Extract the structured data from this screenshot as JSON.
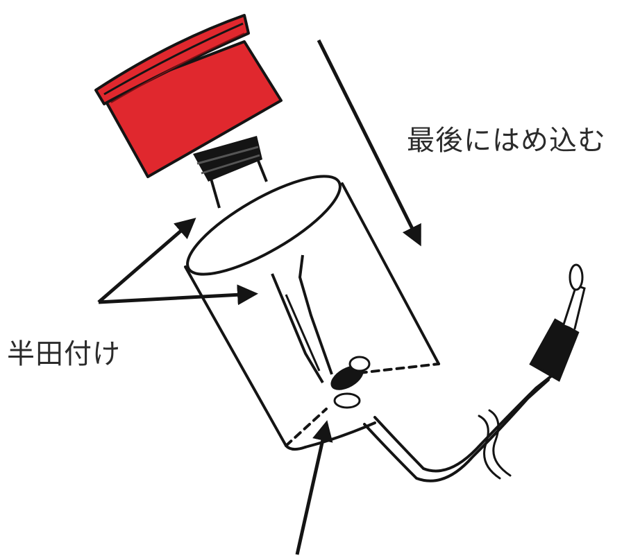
{
  "labels": {
    "insert_last": "最後にはめ込む",
    "solder": "半田付け"
  },
  "colors": {
    "cap_red": "#e0282e",
    "ink": "#141414",
    "background": "#ffffff"
  },
  "parts": [
    {
      "name": "red-cap",
      "icon": "red-plastic-cap"
    },
    {
      "name": "cylinder-housing",
      "icon": "transparent-cylinder"
    },
    {
      "name": "lamp-bulb",
      "icon": "miniature-bulb"
    },
    {
      "name": "cable-with-plug",
      "icon": "mono-plug-cable"
    }
  ]
}
